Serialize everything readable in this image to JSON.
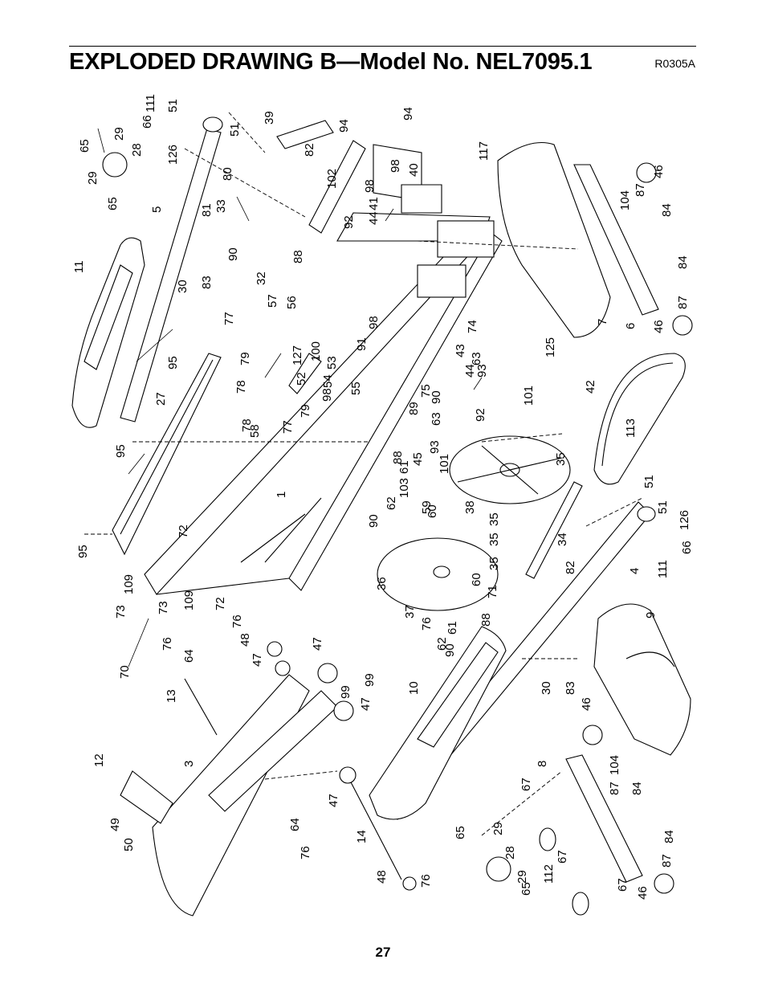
{
  "header": {
    "title": "EXPLODED DRAWING B—Model No. NEL7095.1",
    "code": "R0305A"
  },
  "footer": {
    "page_number": "27"
  },
  "drawing": {
    "part_labels": [
      "1",
      "3",
      "4",
      "5",
      "6",
      "7",
      "8",
      "9",
      "10",
      "11",
      "12",
      "13",
      "14",
      "27",
      "28",
      "28",
      "29",
      "29",
      "29",
      "29",
      "30",
      "30",
      "32",
      "33",
      "34",
      "35",
      "35",
      "35",
      "35",
      "36",
      "37",
      "38",
      "39",
      "40",
      "41",
      "42",
      "43",
      "44",
      "44",
      "45",
      "46",
      "46",
      "46",
      "46",
      "47",
      "47",
      "47",
      "47",
      "48",
      "48",
      "49",
      "50",
      "51",
      "51",
      "51",
      "51",
      "52",
      "53",
      "54",
      "55",
      "56",
      "57",
      "58",
      "59",
      "60",
      "60",
      "61",
      "61",
      "62",
      "62",
      "63",
      "63",
      "64",
      "64",
      "65",
      "65",
      "65",
      "65",
      "66",
      "66",
      "67",
      "67",
      "67",
      "70",
      "71",
      "72",
      "72",
      "73",
      "73",
      "74",
      "75",
      "76",
      "76",
      "76",
      "76",
      "76",
      "77",
      "77",
      "78",
      "78",
      "79",
      "79",
      "80",
      "81",
      "82",
      "82",
      "83",
      "83",
      "84",
      "84",
      "84",
      "84",
      "87",
      "87",
      "87",
      "87",
      "88",
      "88",
      "88",
      "89",
      "90",
      "90",
      "90",
      "90",
      "91",
      "92",
      "92",
      "93",
      "93",
      "94",
      "94",
      "95",
      "95",
      "95",
      "98",
      "98",
      "98",
      "98",
      "99",
      "99",
      "100",
      "101",
      "101",
      "102",
      "103",
      "104",
      "104",
      "109",
      "109",
      "111",
      "111",
      "112",
      "113",
      "117",
      "125",
      "126",
      "126",
      "127"
    ]
  }
}
